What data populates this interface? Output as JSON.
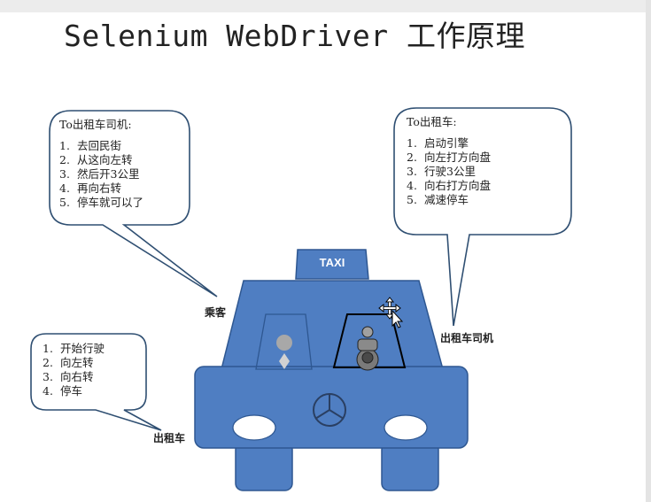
{
  "title": "Selenium WebDriver 工作原理",
  "bubbles": {
    "passenger": {
      "heading": "To出租车司机:",
      "items": [
        {
          "n": "1.",
          "text": "去回民街"
        },
        {
          "n": "2.",
          "text": "从这向左转"
        },
        {
          "n": "3.",
          "text": "然后开3公里"
        },
        {
          "n": "4.",
          "text": "再向右转"
        },
        {
          "n": "5.",
          "text": "停车就可以了"
        }
      ]
    },
    "driver": {
      "heading": "To出租车:",
      "items": [
        {
          "n": "1.",
          "text": "启动引擎"
        },
        {
          "n": "2.",
          "text": "向左打方向盘"
        },
        {
          "n": "3.",
          "text": "行驶3公里"
        },
        {
          "n": "4.",
          "text": "向右打方向盘"
        },
        {
          "n": "5.",
          "text": "减速停车"
        }
      ]
    },
    "taxi": {
      "items": [
        {
          "n": "1.",
          "text": "开始行驶"
        },
        {
          "n": "2.",
          "text": "向左转"
        },
        {
          "n": "3.",
          "text": "向右转"
        },
        {
          "n": "4.",
          "text": "停车"
        }
      ]
    }
  },
  "labels": {
    "passenger": "乘客",
    "driver": "出租车司机",
    "taxi": "出租车",
    "taxi_sign": "TAXI"
  },
  "colors": {
    "car_fill": "#4f7ec2",
    "car_stroke": "#2e5791",
    "bubble_stroke": "#2f4f72"
  }
}
